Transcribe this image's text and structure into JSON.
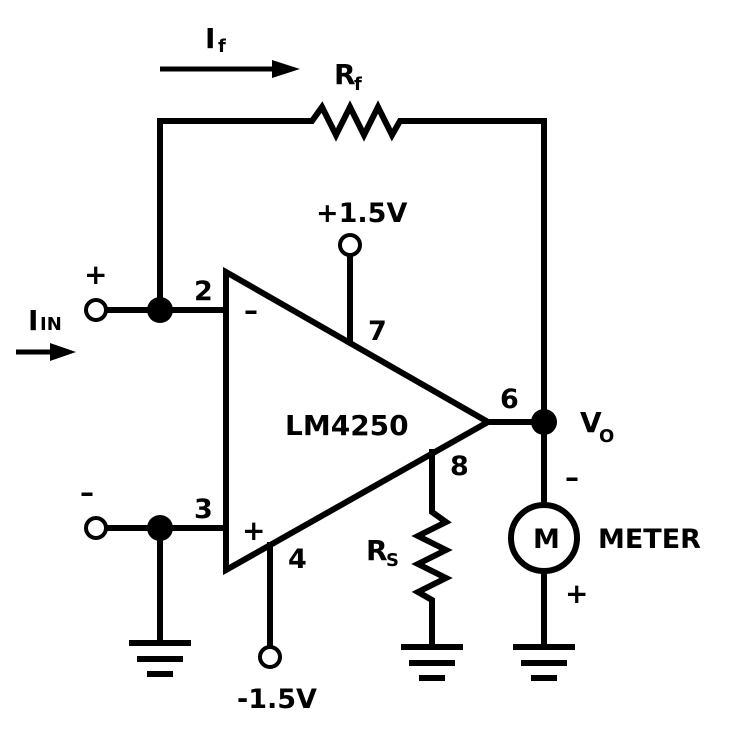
{
  "labels": {
    "current_feedback": "I",
    "current_feedback_sub": "f",
    "resistor_feedback": "R",
    "resistor_feedback_sub": "f",
    "supply_positive": "+1.5V",
    "supply_negative": "-1.5V",
    "input_current": "I",
    "input_current_sub": "IN",
    "input_plus_sign": "+",
    "input_minus_sign": "–",
    "pin_inverting": "2",
    "pin_noninverting": "3",
    "pin_supply_pos": "7",
    "pin_supply_neg": "4",
    "pin_output": "6",
    "pin_set": "8",
    "opamp_inverting_sign": "–",
    "opamp_noninverting_sign": "+",
    "opamp_name": "LM4250",
    "output_voltage": "V",
    "output_voltage_sub": "O",
    "meter_symbol": "M",
    "meter_label": "METER",
    "meter_minus_sign": "–",
    "meter_plus_sign": "+",
    "resistor_set": "R",
    "resistor_set_sub": "S"
  }
}
